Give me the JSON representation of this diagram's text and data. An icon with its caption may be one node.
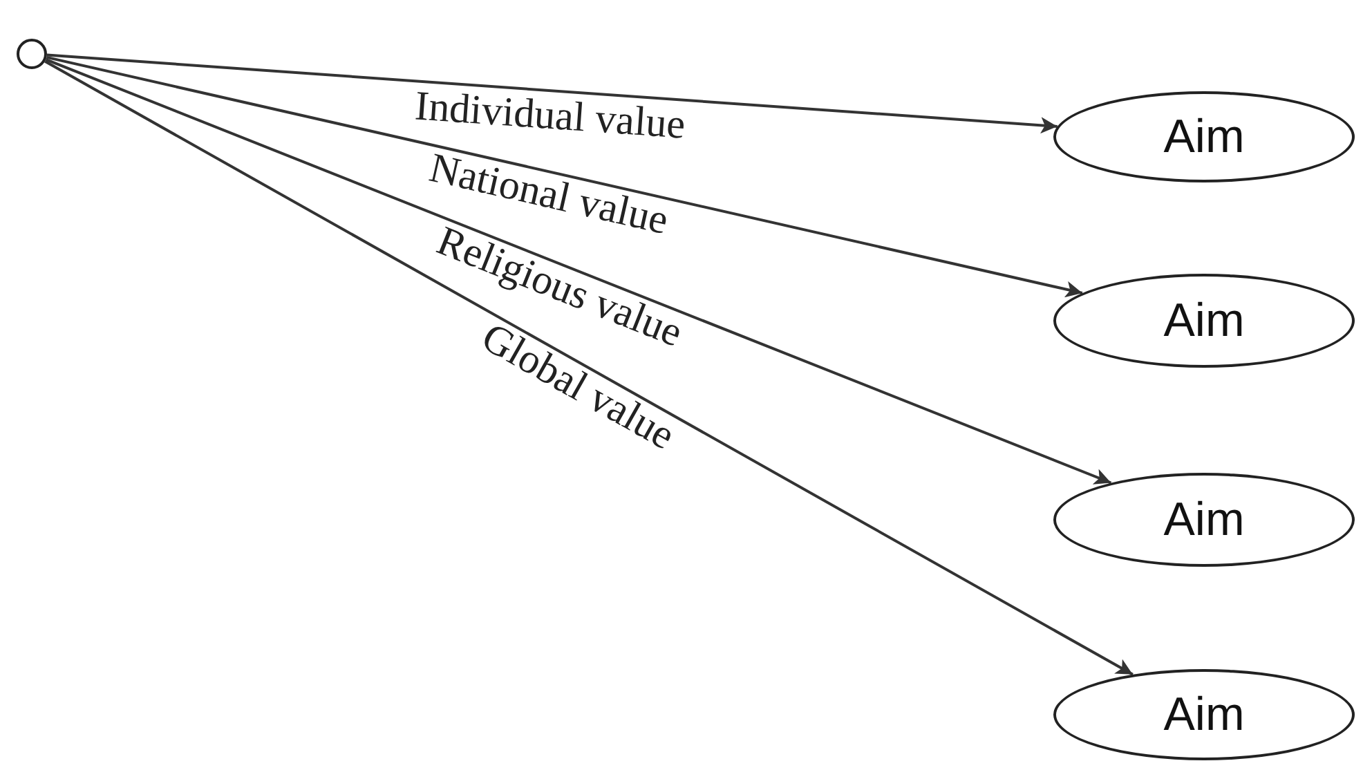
{
  "diagram": {
    "nodes": [
      {
        "text": [],
        "shape": "circle"
      },
      {
        "text": [
          "Aim"
        ]
      },
      {
        "text": [
          "Aim"
        ]
      },
      {
        "text": [
          "Aim"
        ]
      },
      {
        "text": [
          "Aim"
        ]
      }
    ],
    "edges": [
      {
        "from": 0,
        "to": 1,
        "arrow": "to",
        "label": "Individual value"
      },
      {
        "from": 0,
        "to": 2,
        "arrow": "to",
        "label": "National value"
      },
      {
        "from": 0,
        "to": 3,
        "arrow": "to",
        "label": "Religious value"
      },
      {
        "from": 0,
        "to": 4,
        "arrow": "to",
        "label": "Global value"
      }
    ]
  }
}
